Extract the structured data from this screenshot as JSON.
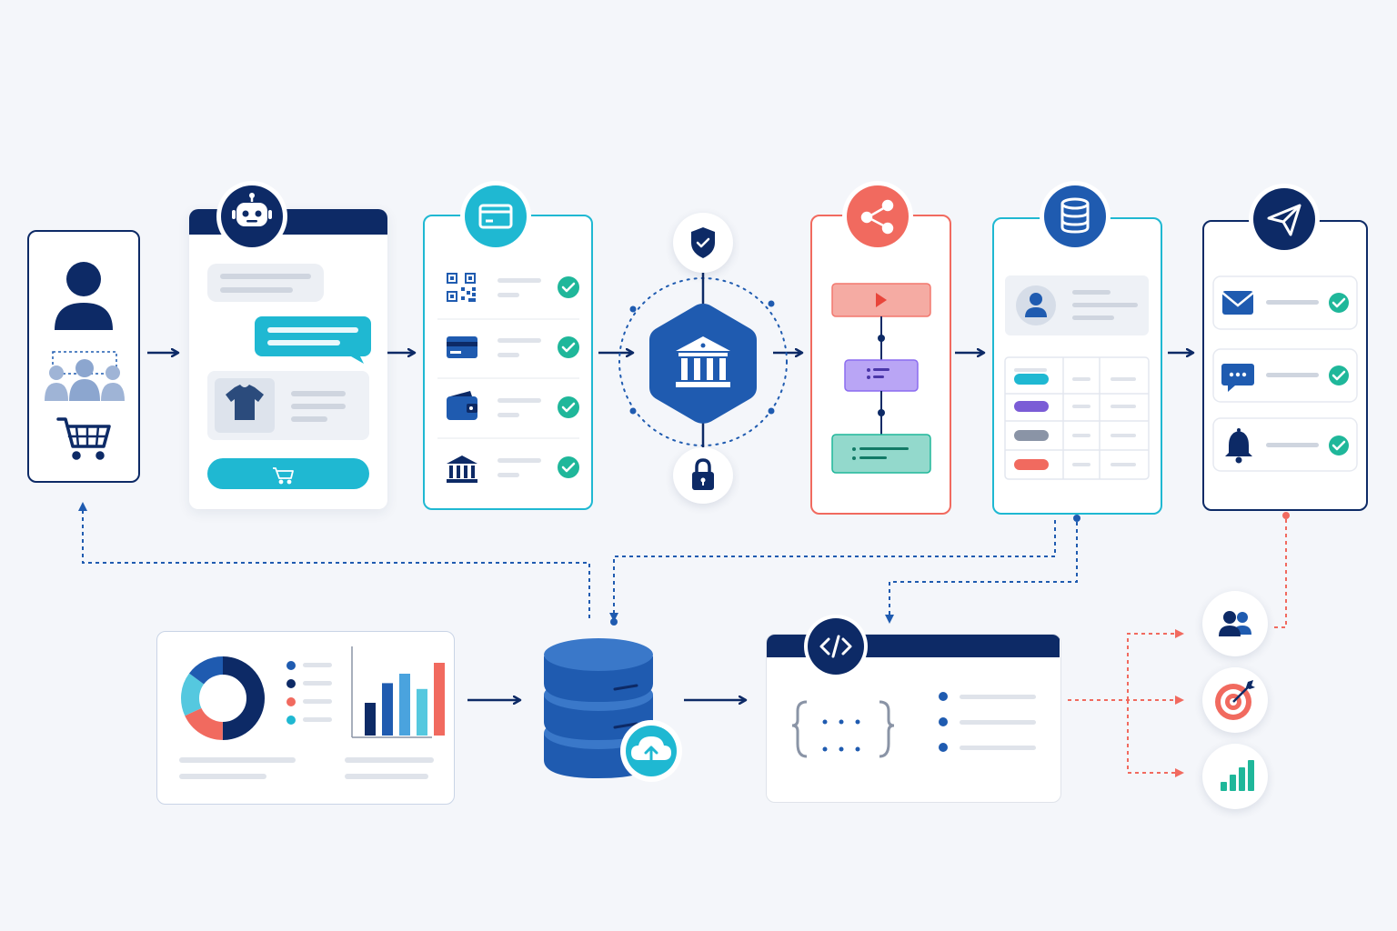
{
  "colors": {
    "navy": "#0d2a66",
    "blue": "#1f5bb0",
    "teal": "#1fb8d2",
    "coral": "#f16a5f",
    "purple": "#8b6cf0",
    "green": "#1fb79a",
    "light_gray": "#e3e7ef",
    "background": "#f4f6fa"
  },
  "icons": {
    "customer": [
      "user-icon",
      "user-group-icon",
      "shopping-cart-icon"
    ],
    "chatbot": [
      "robot-icon",
      "t-shirt-icon",
      "cart-icon"
    ],
    "payment_methods": [
      "credit-card-icon",
      "qr-code-icon",
      "card-icon",
      "wallet-icon",
      "bank-icon"
    ],
    "security": [
      "shield-check-icon",
      "bank-icon",
      "padlock-icon"
    ],
    "workflow": [
      "share-nodes-icon",
      "play-icon",
      "list-icon"
    ],
    "database": [
      "database-icon",
      "user-avatar-icon"
    ],
    "notifications": [
      "paper-plane-icon",
      "email-icon",
      "chat-icon",
      "bell-icon",
      "check-circle-icon"
    ],
    "analytics": [
      "donut-chart-icon",
      "bar-chart-icon"
    ],
    "storage": [
      "database-icon",
      "cloud-upload-icon"
    ],
    "api": [
      "code-icon",
      "curly-braces-icon"
    ],
    "outcomes": [
      "users-icon",
      "target-icon",
      "growth-chart-icon"
    ]
  },
  "table_row_colors": [
    "#1fb8d2",
    "#7b5cd6",
    "#8a94a6",
    "#f16a5f"
  ],
  "donut_segments": [
    {
      "color": "#0d2a66",
      "value": 50
    },
    {
      "color": "#f16a5f",
      "value": 18
    },
    {
      "color": "#55c8df",
      "value": 17
    },
    {
      "color": "#1f5bb0",
      "value": 15
    }
  ],
  "bar_chart": {
    "values": [
      0.45,
      0.72,
      0.85,
      0.64,
      1.0
    ],
    "colors": [
      "#0d2a66",
      "#1f5bb0",
      "#4aa3de",
      "#55c8df",
      "#f16a5f"
    ]
  },
  "legend_colors": [
    "#1f5bb0",
    "#0d2a66",
    "#f16a5f",
    "#1fb8d2"
  ]
}
